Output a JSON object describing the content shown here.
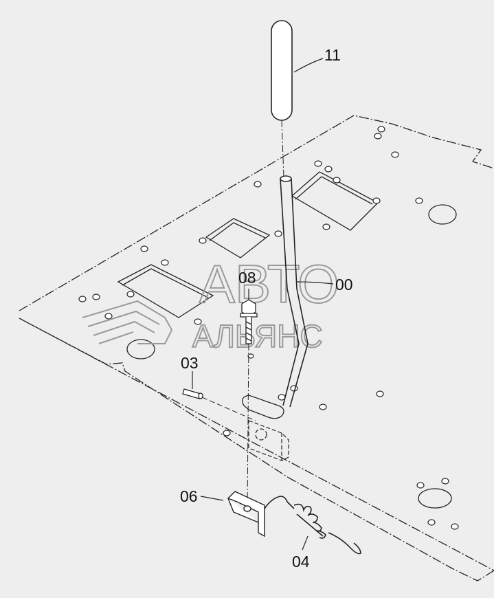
{
  "diagram": {
    "callouts": [
      {
        "id": "11",
        "text": "11"
      },
      {
        "id": "00",
        "text": "00"
      },
      {
        "id": "08",
        "text": "08"
      },
      {
        "id": "03",
        "text": "03"
      },
      {
        "id": "06",
        "text": "06"
      },
      {
        "id": "04",
        "text": "04"
      }
    ]
  },
  "watermark": {
    "line1": "АВТО",
    "line2": "АЛЬЯНС"
  },
  "colors": {
    "background": "#eeeeee",
    "line": "#222222",
    "watermark": "#9a9a9a"
  }
}
